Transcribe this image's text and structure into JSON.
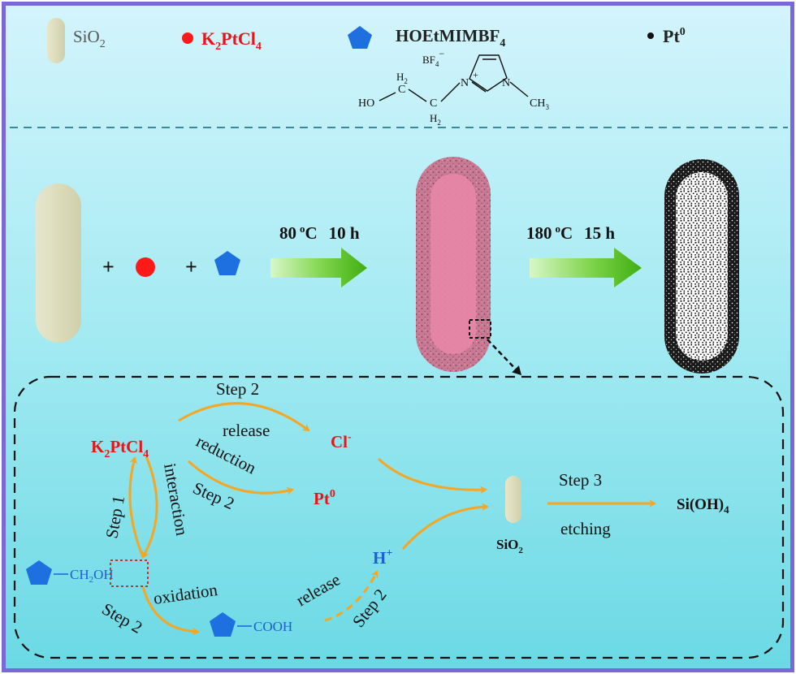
{
  "legend": {
    "sio2": {
      "base": "SiO",
      "sub": "2"
    },
    "k2ptcl4": {
      "a": "K",
      "sub1": "2",
      "b": "PtCl",
      "sub2": "4"
    },
    "ionic_liquid": {
      "base": "HOEtMIMBF",
      "sub": "4"
    },
    "pt0": {
      "base": "Pt",
      "sup": "0"
    }
  },
  "structure": {
    "ho": "HO",
    "h2_top": {
      "base": "H",
      "sub": "2"
    },
    "c1": "C",
    "c2": "C",
    "h2_bottom": {
      "base": "H",
      "sub": "2"
    },
    "n1": "N",
    "n2": "N",
    "plus": "+",
    "ch3": {
      "base": "CH",
      "sub": "3"
    },
    "bf4": {
      "base": "BF",
      "sub": "4",
      "sup": "−"
    }
  },
  "process": {
    "plus_sign": "+",
    "step1_condition": {
      "temp": "80",
      "sup": "o",
      "unit": "C",
      "time": "10 h"
    },
    "step2_condition": {
      "temp": "180",
      "sup": "o",
      "unit": "C",
      "time": "15 h"
    }
  },
  "mechanism": {
    "step2_top": "Step 2",
    "release_top": "release",
    "cl_ion": {
      "base": "Cl",
      "sup": "-"
    },
    "k2ptcl4": {
      "a": "K",
      "sub1": "2",
      "b": "PtCl",
      "sub2": "4"
    },
    "reduction": "reduction",
    "step2_mid": "Step 2",
    "pt0": {
      "base": "Pt",
      "sup": "0"
    },
    "step1": "Step 1",
    "interaction": "interaction",
    "ch2oh": {
      "a": "CH",
      "sub": "2",
      "b": "OH"
    },
    "oxidation": "oxidation",
    "step2_bottom": "Step 2",
    "cooh": "COOH",
    "release_bottom": "release",
    "step2_right": "Step 2",
    "h_ion": {
      "base": "H",
      "sup": "+"
    },
    "sio2": {
      "base": "SiO",
      "sub": "2"
    },
    "step3": "Step 3",
    "etching": "etching",
    "product": {
      "a": "Si(OH)",
      "sub": "4"
    }
  },
  "colors": {
    "background_top": "#c9f0fb",
    "background_bottom": "#6ddbe6",
    "frame": "#6a5acd",
    "sio2_rod": "#dcdcbc",
    "pt_salt_red": "#ff1a1a",
    "pentagon_blue": "#1e6fe0",
    "arrow_green": "#55c41f",
    "mechanism_arrow": "#f5a623",
    "label_red": "#e8141a",
    "label_blue": "#1f5fd6",
    "dashed_line": "#3a8a9a"
  }
}
